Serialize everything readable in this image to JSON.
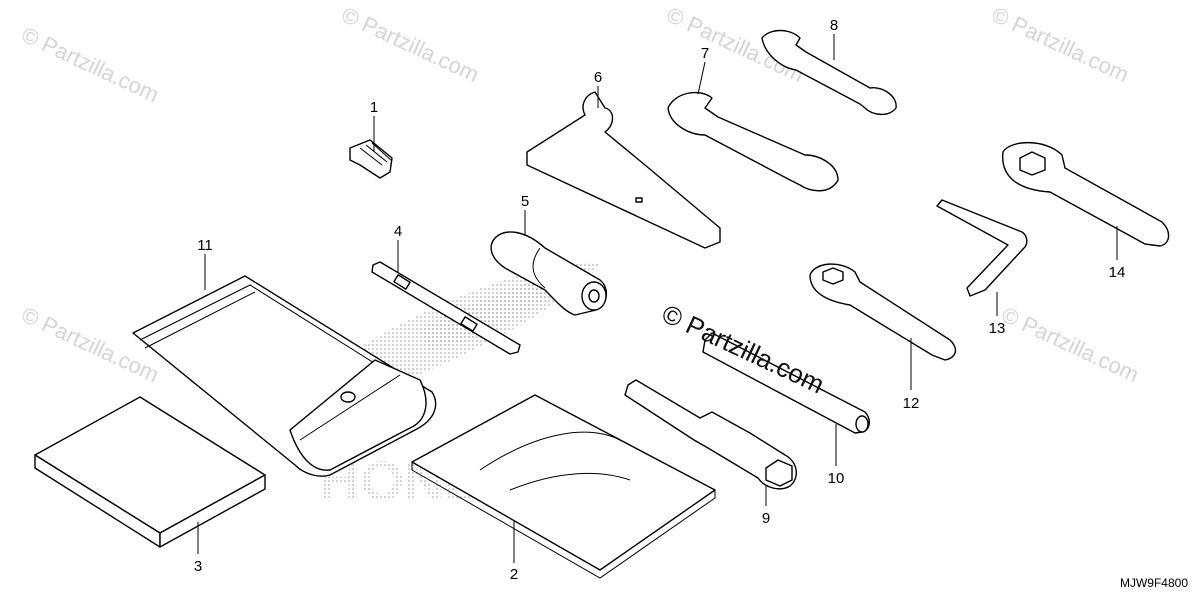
{
  "diagram": {
    "code": "MJW9F4800",
    "center_watermark": "© Partzilla.com",
    "logo_text": "HONDA",
    "watermark_text": "© Partzilla.com",
    "callouts": [
      {
        "id": "1",
        "label": "1"
      },
      {
        "id": "2",
        "label": "2"
      },
      {
        "id": "3",
        "label": "3"
      },
      {
        "id": "4",
        "label": "4"
      },
      {
        "id": "5",
        "label": "5"
      },
      {
        "id": "6",
        "label": "6"
      },
      {
        "id": "7",
        "label": "7"
      },
      {
        "id": "8",
        "label": "8"
      },
      {
        "id": "9",
        "label": "9"
      },
      {
        "id": "10",
        "label": "10"
      },
      {
        "id": "11",
        "label": "11"
      },
      {
        "id": "12",
        "label": "12"
      },
      {
        "id": "13",
        "label": "13"
      },
      {
        "id": "14",
        "label": "14"
      }
    ],
    "colors": {
      "line": "#000000",
      "watermark": "#d4d4d4",
      "background": "#ffffff"
    }
  }
}
